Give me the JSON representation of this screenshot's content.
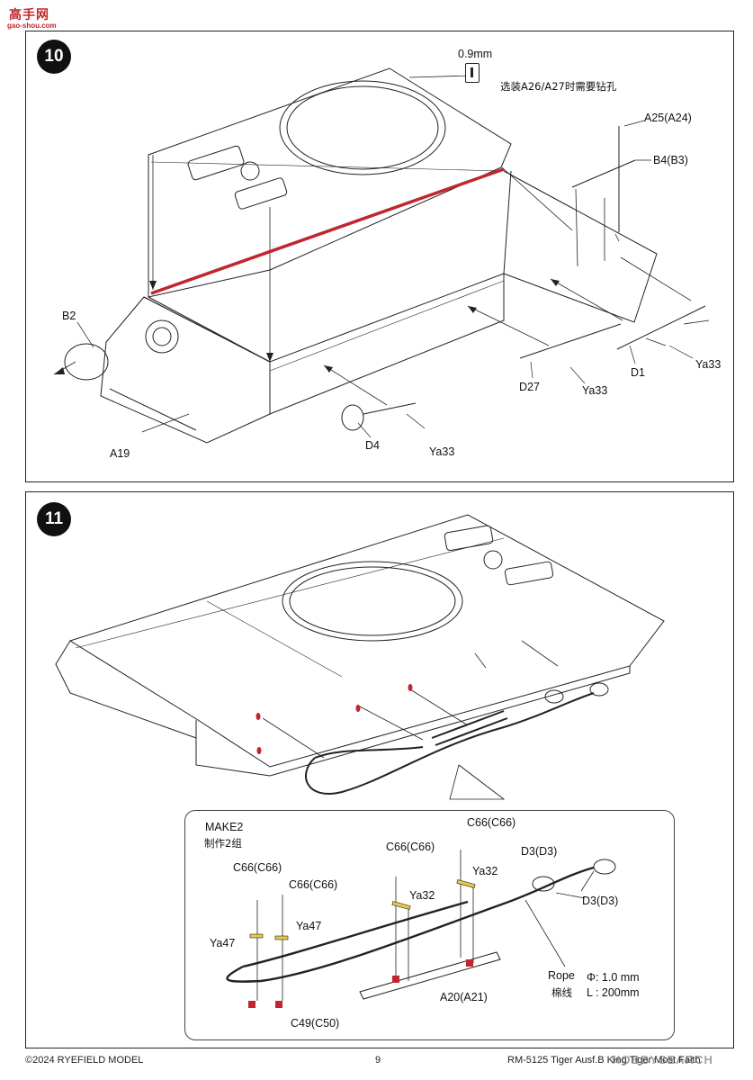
{
  "watermark": {
    "site_cn": "高手网",
    "site_url": "gao-shou.com"
  },
  "step10": {
    "number": "10",
    "drill_size": "0.9mm",
    "drill_note": "选装A26/A27时需要钻孔",
    "labels": {
      "a25": "A25(A24)",
      "b4": "B4(B3)",
      "b2": "B2",
      "a19": "A19",
      "d4": "D4",
      "ya33_a": "Ya33",
      "d27": "D27",
      "ya33_b": "Ya33",
      "d1": "D1",
      "ya33_c": "Ya33"
    }
  },
  "step11": {
    "number": "11",
    "make_en": "MAKE2",
    "make_cn": "制作2组",
    "labels": {
      "c66_a": "C66(C66)",
      "c66_b": "C66(C66)",
      "c66_c": "C66(C66)",
      "c66_d": "C66(C66)",
      "ya32_a": "Ya32",
      "ya32_b": "Ya32",
      "ya47_a": "Ya47",
      "ya47_b": "Ya47",
      "d3_a": "D3(D3)",
      "d3_b": "D3(D3)",
      "a20": "A20(A21)",
      "c49": "C49(C50)",
      "rope_en": "Rope",
      "rope_cn": "棉线",
      "rope_dia": "Φ: 1.0 mm",
      "rope_len": "L : 200mm"
    }
  },
  "footer": {
    "copyright": "©2024 RYEFIELD MODEL",
    "page": "9",
    "product": "RM-5125 Tiger Ausf.B King Tiger Most Faith",
    "brand_watermark": "HOBBYSEARCH"
  },
  "colors": {
    "highlight_red": "#c0262d",
    "line": "#222222"
  }
}
